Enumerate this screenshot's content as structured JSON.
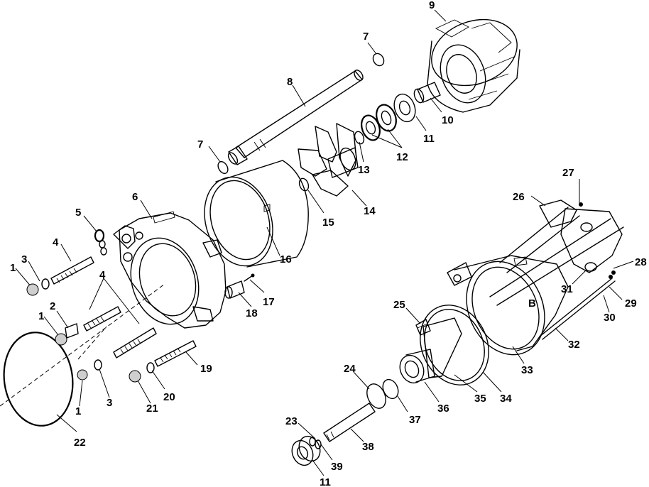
{
  "callouts": [
    "1",
    "2",
    "3",
    "4",
    "5",
    "6",
    "7",
    "8",
    "9",
    "10",
    "11",
    "12",
    "13",
    "14",
    "15",
    "16",
    "17",
    "18",
    "19",
    "20",
    "21",
    "22",
    "23",
    "24",
    "25",
    "26",
    "27",
    "28",
    "29",
    "30",
    "31",
    "32",
    "33",
    "34",
    "35",
    "36",
    "37",
    "38",
    "39"
  ],
  "labels": {
    "n1a": "1",
    "n1b": "1",
    "n1c": "1",
    "n2": "2",
    "n3a": "3",
    "n3b": "3",
    "n4a": "4",
    "n4b": "4",
    "n5": "5",
    "n6": "6",
    "n7a": "7",
    "n7b": "7",
    "n8": "8",
    "n9": "9",
    "n10": "10",
    "n11a": "11",
    "n11b": "11",
    "n12": "12",
    "n13": "13",
    "n14": "14",
    "n15": "15",
    "n16": "16",
    "n17": "17",
    "n18": "18",
    "n19": "19",
    "n20": "20",
    "n21": "21",
    "n22": "22",
    "n23": "23",
    "n24": "24",
    "n25": "25",
    "n26": "26",
    "n27": "27",
    "n28": "28",
    "n29": "29",
    "n30": "30",
    "n31": "31",
    "n32": "32",
    "n33": "33",
    "n34": "34",
    "n35": "35",
    "n36": "36",
    "n37": "37",
    "n38": "38",
    "n39": "39"
  },
  "housing_letter": "B"
}
